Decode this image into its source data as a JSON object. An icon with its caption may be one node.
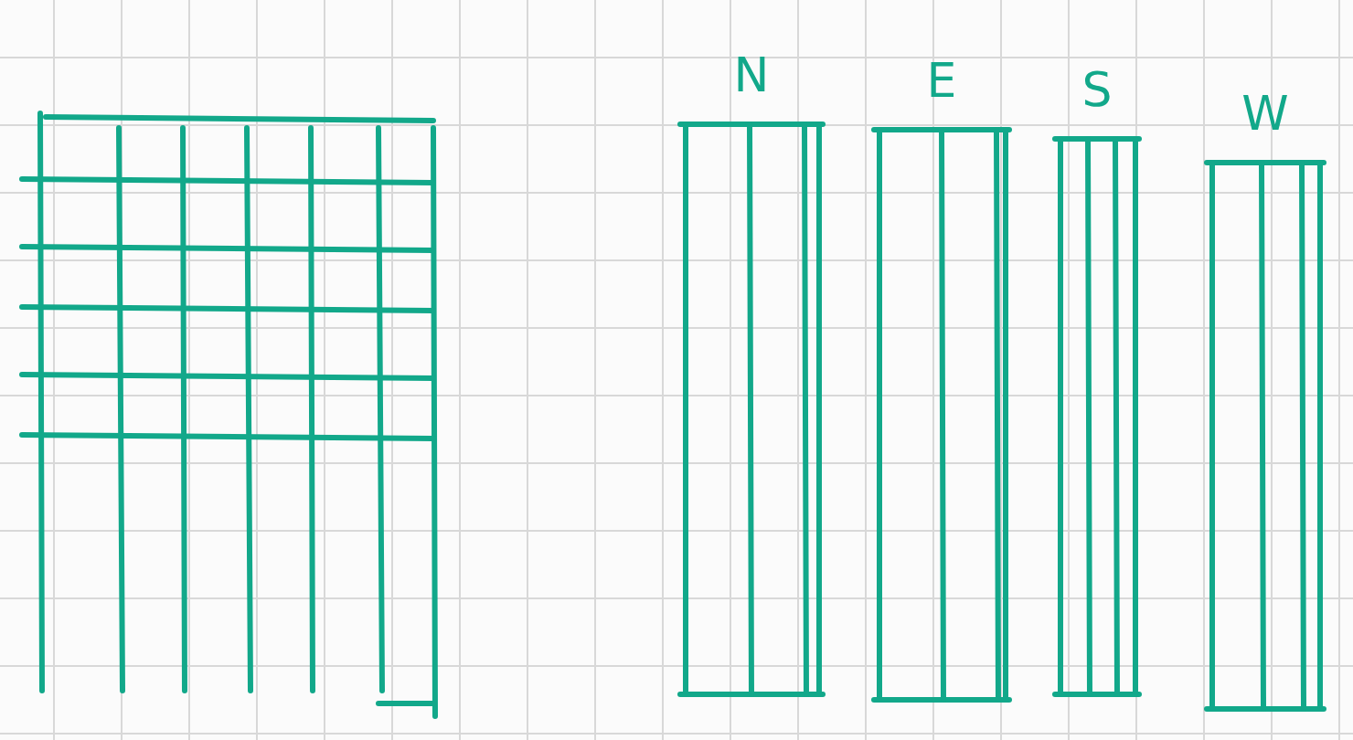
{
  "diagram": {
    "labels": [
      "N",
      "E",
      "S",
      "W"
    ]
  }
}
